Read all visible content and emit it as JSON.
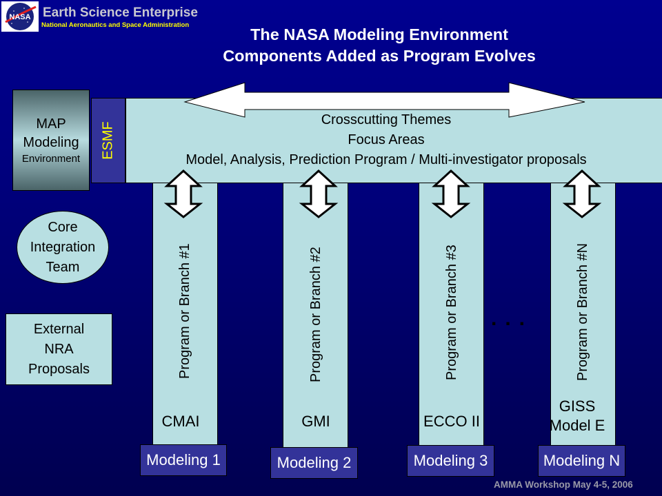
{
  "header": {
    "logo_text": "NASA",
    "org_title": "Earth Science Enterprise",
    "org_subtitle": "National Aeronautics and Space Administration"
  },
  "title": {
    "line1": "The NASA Modeling Environment",
    "line2": "Components Added as Program Evolves"
  },
  "map_box": {
    "line1": "MAP",
    "line2": "Modeling",
    "line3": "Environment"
  },
  "esmf_label": "ESMF",
  "crosscutting": {
    "line1": "Crosscutting Themes",
    "line2": "Focus Areas",
    "line3": "Model, Analysis, Prediction Program / Multi-investigator proposals"
  },
  "core_team": {
    "line1": "Core",
    "line2": "Integration",
    "line3": "Team"
  },
  "external": {
    "line1": "External",
    "line2": "NRA",
    "line3": "Proposals"
  },
  "pillars": [
    {
      "branch": "Program or Branch #1",
      "model": "CMAI",
      "model2": "",
      "modeling": "Modeling 1"
    },
    {
      "branch": "Program or Branch #2",
      "model": "GMI",
      "model2": "",
      "modeling": "Modeling 2"
    },
    {
      "branch": "Program or Branch #3",
      "model": "ECCO II",
      "model2": "",
      "modeling": "Modeling 3"
    },
    {
      "branch": "Program or Branch #N",
      "model": "GISS",
      "model2": "Model E",
      "modeling": "Modeling N"
    }
  ],
  "ellipsis": "...",
  "footer": "AMMA Workshop May 4-5, 2006"
}
